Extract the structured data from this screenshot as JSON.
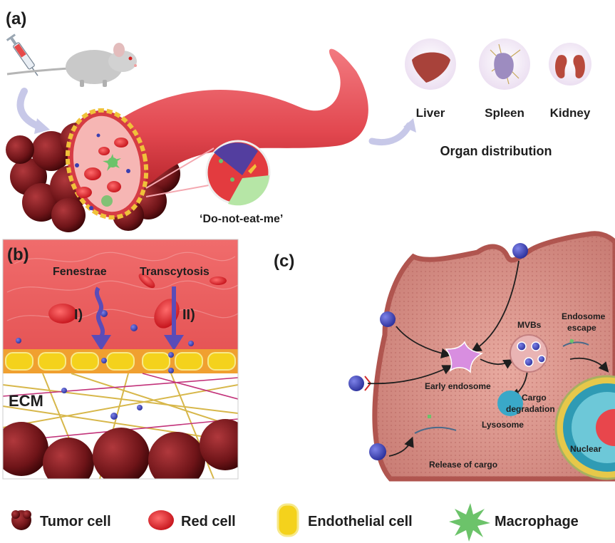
{
  "panels": {
    "a": {
      "label": "(a)",
      "organs": [
        {
          "name": "Liver"
        },
        {
          "name": "Spleen"
        },
        {
          "name": "Kidney"
        }
      ],
      "organ_distribution": "Organ distribution",
      "do_not_eat_me": "‘Do-not-eat-me’"
    },
    "b": {
      "label": "(b)",
      "fenestrae": "Fenestrae",
      "transcytosis": "Transcytosis",
      "route_one": "I)",
      "route_two": "II)",
      "ecm": "ECM"
    },
    "c": {
      "label": "(c)",
      "mvbs": "MVBs",
      "endosome_escape_line1": "Endosome",
      "endosome_escape_line2": "escape",
      "early_endosome": "Early endosome",
      "cargo_degradation_line1": "Cargo",
      "cargo_degradation_line2": "degradation",
      "lysosome": "Lysosome",
      "release_of_cargo": "Release of cargo",
      "nuclear": "Nuclear"
    }
  },
  "legend": [
    {
      "label": "Tumor cell",
      "icon": "tumor-cell-icon",
      "color": "#6e1418"
    },
    {
      "label": "Red cell",
      "icon": "red-cell-icon",
      "color": "#e8262c"
    },
    {
      "label": "Endothelial cell",
      "icon": "endothelial-cell-icon",
      "color": "#f4d21c"
    },
    {
      "label": "Macrophage",
      "icon": "macrophage-icon",
      "color": "#6cc36a"
    }
  ],
  "colors": {
    "vessel": "#e2474f",
    "tumor": "#6e1418",
    "cell_membrane": "#c86a66",
    "cell_body": "#d88e86",
    "nanoparticle": "#3a3fb0",
    "arrow": "#6a5ab8",
    "lysosome": "#3aa8c8",
    "endosome": "#d88ee0"
  }
}
